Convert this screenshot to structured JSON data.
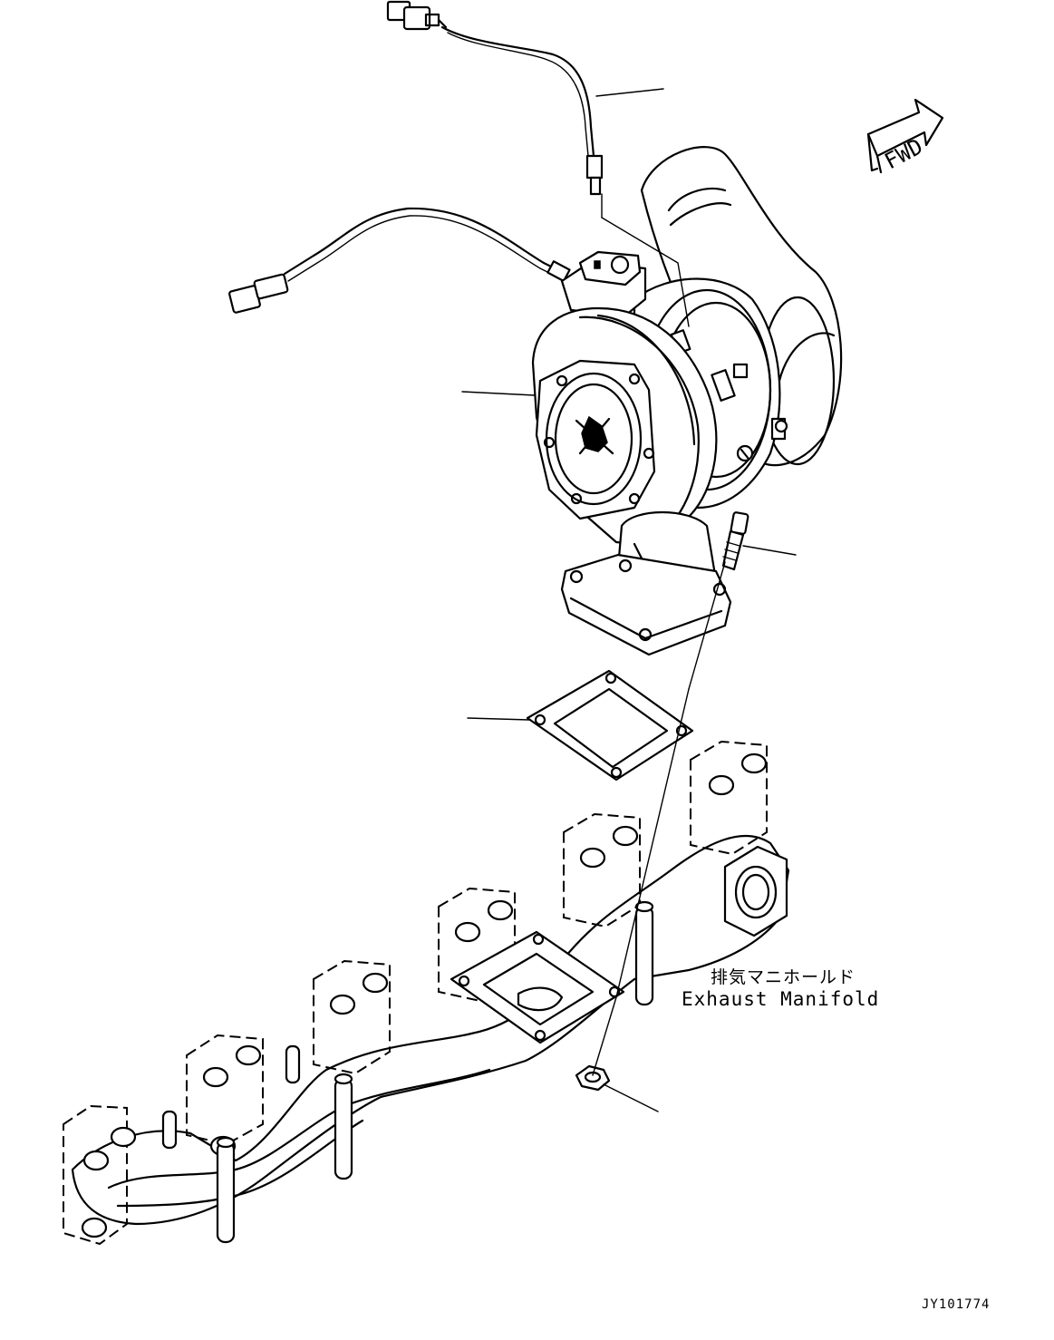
{
  "labels": {
    "manifold_jp": "排気マニホールド",
    "manifold_en": "Exhaust Manifold",
    "fwd": "FWD",
    "drawing_code": "JY101774"
  },
  "colors": {
    "ink": "#000000",
    "paper": "#ffffff"
  },
  "icons": {
    "direction": "fwd-arrow-icon"
  }
}
